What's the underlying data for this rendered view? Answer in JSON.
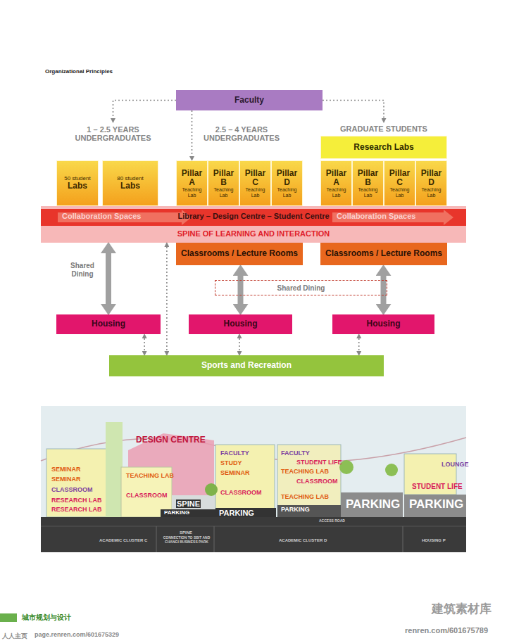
{
  "diagram": {
    "title": "Organizational Principles",
    "nodes": [
      {
        "text": [
          "Faculty"
        ]
      },
      {
        "text": [
          "1 – 2.5 YEARS UNDERGRADUATES"
        ]
      },
      {
        "text": [
          "2.5 – 4 YEARS UNDERGRADUATES"
        ]
      },
      {
        "text": [
          "GRADUATE STUDENTS"
        ]
      },
      {
        "text": [
          "50 student",
          "Labs"
        ]
      },
      {
        "text": [
          "80 student",
          "Labs"
        ]
      },
      {
        "text": [
          "Pillar A",
          "Teaching Lab"
        ]
      },
      {
        "text": [
          "Pillar B",
          "Teaching Lab"
        ]
      },
      {
        "text": [
          "Pillar C",
          "Teaching Lab"
        ]
      },
      {
        "text": [
          "Pillar D",
          "Teaching Lab"
        ]
      },
      {
        "text": [
          "Research Labs"
        ]
      },
      {
        "text": [
          "Pillar A",
          "Teaching Lab"
        ]
      },
      {
        "text": [
          "Pillar B",
          "Teaching Lab"
        ]
      },
      {
        "text": [
          "Pillar C",
          "Teaching Lab"
        ]
      },
      {
        "text": [
          "Pillar D",
          "Teaching Lab"
        ]
      },
      {
        "text": [
          "Collaboration Spaces",
          "Library – Design Centre – Student Centre",
          "Collaboration Spaces",
          "SPINE OF LEARNING AND INTERACTION"
        ]
      },
      {
        "text": [
          "Classrooms / Lecture Rooms"
        ]
      },
      {
        "text": [
          "Classrooms / Lecture Rooms"
        ]
      },
      {
        "text": [
          "Shared Dining"
        ]
      },
      {
        "text": [
          "Housing"
        ]
      },
      {
        "text": [
          "Housing"
        ]
      },
      {
        "text": [
          "Housing"
        ]
      },
      {
        "text": [
          "Sports and Recreation"
        ]
      }
    ],
    "edges": [
      {
        "from": 0,
        "to": 1,
        "arrow": "to"
      },
      {
        "from": 0,
        "to": 6,
        "arrow": "to"
      },
      {
        "from": 0,
        "to": 3,
        "arrow": "to"
      },
      {
        "from": 15,
        "to": 19,
        "arrow": "both",
        "label": "Shared Dining"
      },
      {
        "from": 16,
        "to": 20,
        "arrow": "both"
      },
      {
        "from": 17,
        "to": 21,
        "arrow": "both"
      },
      {
        "from": 15,
        "to": 22,
        "arrow": "both"
      },
      {
        "from": 19,
        "to": 22,
        "arrow": "both"
      },
      {
        "from": 20,
        "to": 22,
        "arrow": "both"
      },
      {
        "from": 21,
        "to": 22,
        "arrow": "both"
      }
    ],
    "labels": [
      "DESIGN CENTRE",
      "SEMINAR",
      "SEMINAR",
      "RESEARCH LAB",
      "RESEARCH LAB",
      "CLASSROOM",
      "TEACHING LAB",
      "CLASSROOM",
      "SPINE",
      "PARKING",
      "PARKING",
      "FACULTY",
      "STUDY",
      "SEMINAR",
      "CLASSROOM",
      "FACULTY",
      "STUDENT LIFE",
      "TEACHING LAB",
      "CLASSROOM",
      "TEACHING LAB",
      "PARKING",
      "PARKING",
      "PARKING",
      "LOUNGE",
      "STUDENT LIFE",
      "ACADEMIC CLUSTER C",
      "SPINE",
      "CONNECTION TO SBIT AND CHANGI BUSINESS PARK",
      "ACADEMIC CLUSTER D",
      "ACCESS ROAD",
      "HOUSING P",
      "城市规划与设计",
      "page.renren.com/601675329",
      "renren.com/601675789",
      "建筑素材库",
      "人人主页"
    ]
  }
}
